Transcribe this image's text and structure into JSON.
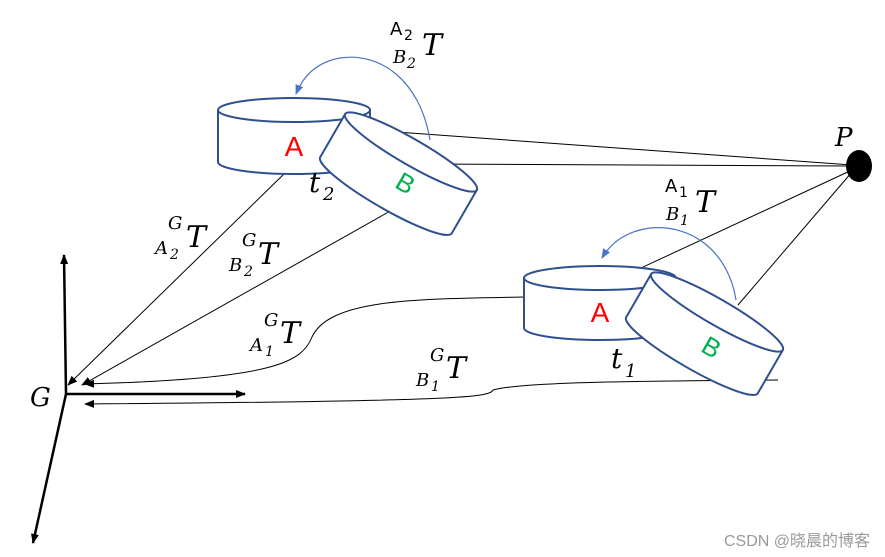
{
  "frames": {
    "world": "G",
    "point": "P",
    "body_a": "A",
    "body_b": "B"
  },
  "time_labels": {
    "t2": {
      "base": "t",
      "sub": "2"
    },
    "t1": {
      "base": "t",
      "sub": "1"
    }
  },
  "transforms": {
    "A2_B2": {
      "up": "A",
      "up_sub": "2",
      "down": "B",
      "down_sub": "2",
      "base": "T"
    },
    "A1_B1": {
      "up": "A",
      "up_sub": "1",
      "down": "B",
      "down_sub": "1",
      "base": "T"
    },
    "G_A2": {
      "up": "G",
      "down": "A",
      "down_sub": "2",
      "base": "T"
    },
    "G_B2": {
      "up": "G",
      "down": "B",
      "down_sub": "2",
      "base": "T"
    },
    "G_A1": {
      "up": "G",
      "down": "A",
      "down_sub": "1",
      "base": "T"
    },
    "G_B1": {
      "up": "G",
      "down": "B",
      "down_sub": "1",
      "base": "T"
    }
  },
  "colors": {
    "cylinder_stroke": "#2f4f8f",
    "label_a": "#ff0000",
    "label_b": "#00b050",
    "rotation_arrow": "#4a74c4"
  },
  "watermark": "CSDN @晓晨的博客"
}
